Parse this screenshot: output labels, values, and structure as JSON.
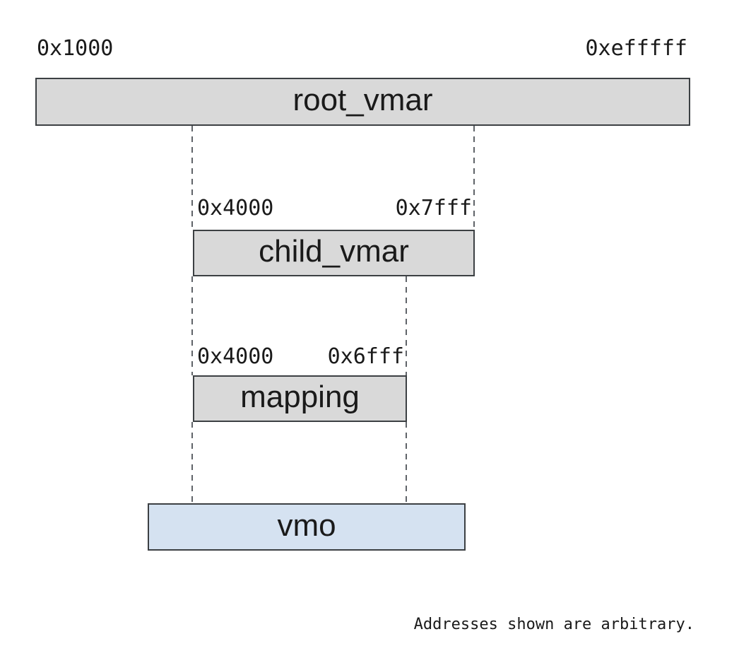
{
  "diagram": {
    "regions": {
      "root_vmar": {
        "label": "root_vmar",
        "start_addr": "0x1000",
        "end_addr": "0xefffff"
      },
      "child_vmar": {
        "label": "child_vmar",
        "start_addr": "0x4000",
        "end_addr": "0x7fff"
      },
      "mapping": {
        "label": "mapping",
        "start_addr": "0x4000",
        "end_addr": "0x6fff"
      },
      "vmo": {
        "label": "vmo"
      }
    },
    "caption": "Addresses shown are arbitrary."
  },
  "colors": {
    "background": "#ffffff",
    "region_fill": "#d9d9d9",
    "vmo_fill": "#d5e2f1",
    "box_border": "#3c4043",
    "dash_color": "#5f6368",
    "text_color": "#1a1a1a"
  }
}
